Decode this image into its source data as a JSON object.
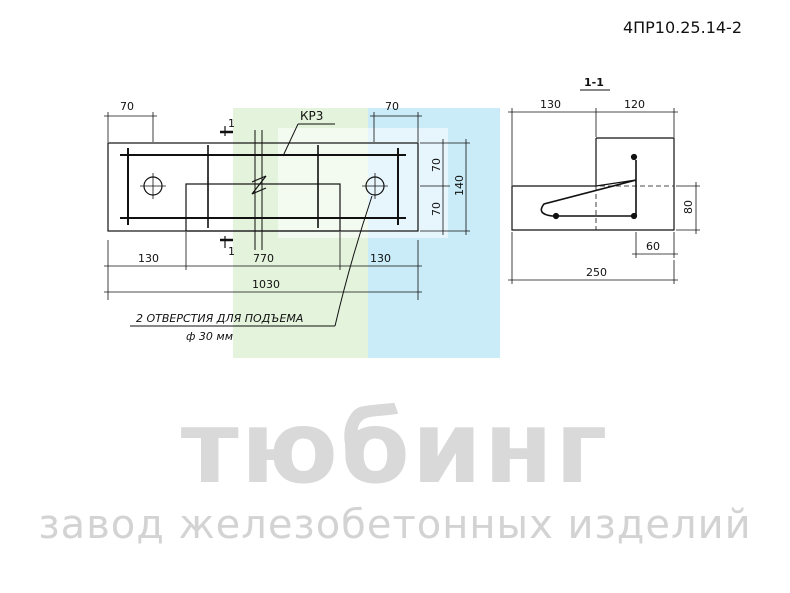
{
  "header": {
    "product_code": "4ПР10.25.14-2"
  },
  "plan_view": {
    "dims_top": [
      "70",
      "70"
    ],
    "dims_right": [
      "70",
      "70",
      "140"
    ],
    "dims_bottom": [
      "130",
      "770",
      "130"
    ],
    "total_length": "1030",
    "cut_mark": "1",
    "part_label": "КР3",
    "note_line1": "2 ОТВЕРСТИЯ ДЛЯ ПОДЪЕМА",
    "note_line2": "ф 30 мм"
  },
  "section_view": {
    "title": "1-1",
    "dims_top": [
      "130",
      "120"
    ],
    "dim_right": "80",
    "dim_bottom_small": "60",
    "total_width": "250"
  },
  "watermark": {
    "brand": "тюбинг",
    "tagline": "завод железобетонных изделий"
  },
  "colors": {
    "logo_green": "#e4f3dc",
    "logo_blue": "#c9ecf8",
    "line": "#111111",
    "watermark": "#d9d9d9"
  }
}
